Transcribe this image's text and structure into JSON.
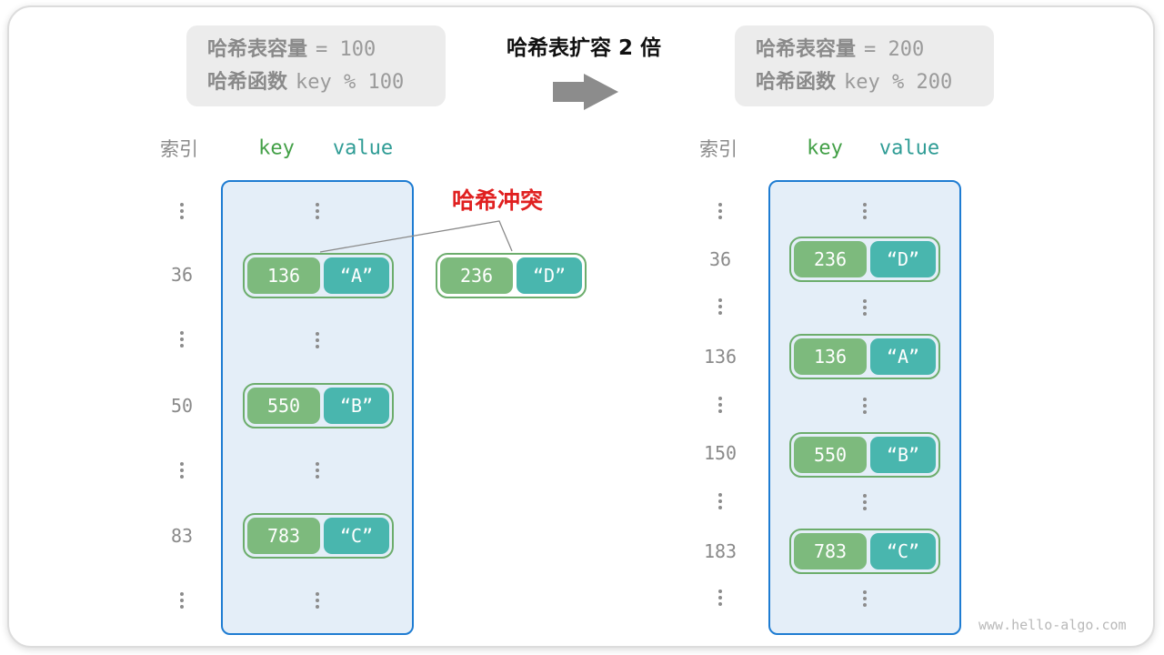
{
  "colors": {
    "container_border": "#1e7cd2",
    "container_fill": "#e4eef8",
    "pair_border": "#6cad6c",
    "key_fill": "#7dba7d",
    "value_fill": "#49b6ae",
    "collision_red": "#e02020",
    "gray_text": "#8a8a8a",
    "arrow_gray": "#8c8c8c"
  },
  "icons": {
    "expand_arrow": "right-arrow",
    "ellipsis": "vertical-dots"
  },
  "left_info": {
    "line1_label": "哈希表容量",
    "line1_value": "= 100",
    "line2_label": "哈希函数",
    "line2_value": "key % 100"
  },
  "right_info": {
    "line1_label": "哈希表容量",
    "line1_value": "= 200",
    "line2_label": "哈希函数",
    "line2_value": "key % 200"
  },
  "transition": {
    "title": "哈希表扩容 2 倍"
  },
  "collision": {
    "label": "哈希冲突"
  },
  "headers": {
    "index": "索引",
    "key": "key",
    "value": "value"
  },
  "left_table": {
    "indices": [
      "36",
      "50",
      "83"
    ],
    "pairs": [
      {
        "key": "136",
        "value": "“A”"
      },
      {
        "key": "550",
        "value": "“B”"
      },
      {
        "key": "783",
        "value": "“C”"
      }
    ]
  },
  "floating_pair": {
    "key": "236",
    "value": "“D”"
  },
  "right_table": {
    "indices": [
      "36",
      "136",
      "150",
      "183"
    ],
    "pairs": [
      {
        "key": "236",
        "value": "“D”"
      },
      {
        "key": "136",
        "value": "“A”"
      },
      {
        "key": "550",
        "value": "“B”"
      },
      {
        "key": "783",
        "value": "“C”"
      }
    ]
  },
  "watermark": "www.hello-algo.com"
}
